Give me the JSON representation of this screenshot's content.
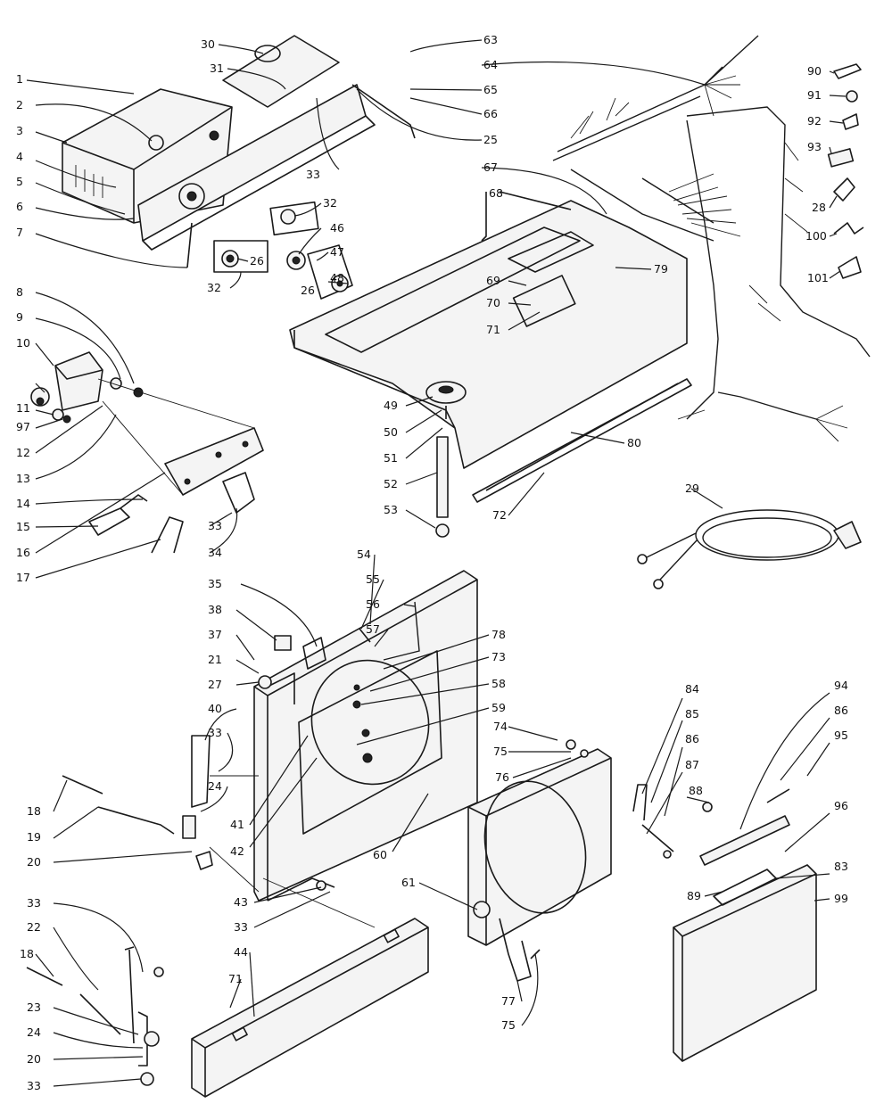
{
  "labels": {
    "l1": "1",
    "l2": "2",
    "l3": "3",
    "l4": "4",
    "l5": "5",
    "l6": "6",
    "l7": "7",
    "l8": "8",
    "l9": "9",
    "l10": "10",
    "l11": "11",
    "l97": "97",
    "l12": "12",
    "l13": "13",
    "l14": "14",
    "l15": "15",
    "l16": "16",
    "l17": "17",
    "l30": "30",
    "l31": "31",
    "l33a": "33",
    "l32a": "32",
    "l46": "46",
    "l47": "47",
    "l26a": "26",
    "l32b": "32",
    "l26b": "26",
    "l48": "48",
    "l63": "63",
    "l64": "64",
    "l65": "65",
    "l66": "66",
    "l25": "25",
    "l67": "67",
    "l68": "68",
    "l79": "79",
    "l69": "69",
    "l70": "70",
    "l71": "71",
    "l49": "49",
    "l50": "50",
    "l51": "51",
    "l52": "52",
    "l53": "53",
    "l80a": "80",
    "l72": "72",
    "l90": "90",
    "l91": "91",
    "l92": "92",
    "l93": "93",
    "l28": "28",
    "l100": "100",
    "l101": "101",
    "l29": "29",
    "l33b": "33",
    "l34": "34",
    "l54": "54",
    "l55": "55",
    "l35": "35",
    "l56": "56",
    "l38": "38",
    "l57": "57",
    "l37": "37",
    "l78": "78",
    "l21": "21",
    "l73": "73",
    "l27": "27",
    "l58": "58",
    "l40": "40",
    "l59": "59",
    "l33c": "33",
    "l74": "74",
    "l75a": "75",
    "l76": "76",
    "l24a": "24",
    "l41": "41",
    "l42": "42",
    "l18a": "18",
    "l19": "19",
    "l20a": "20",
    "l60": "60",
    "l61": "61",
    "l84": "84",
    "l85": "85",
    "l86a": "86",
    "l87": "87",
    "l88": "88",
    "l94": "94",
    "l86b": "86",
    "l95": "95",
    "l96": "96",
    "l83": "83",
    "l89": "89",
    "l99": "99",
    "l43": "43",
    "l33d": "33",
    "l33e": "33",
    "l22": "22",
    "l44": "44",
    "l71b": "71",
    "l18b": "18",
    "l23": "23",
    "l24b": "24",
    "l20b": "20",
    "l33f": "33",
    "l77": "77",
    "l75b": "75"
  }
}
